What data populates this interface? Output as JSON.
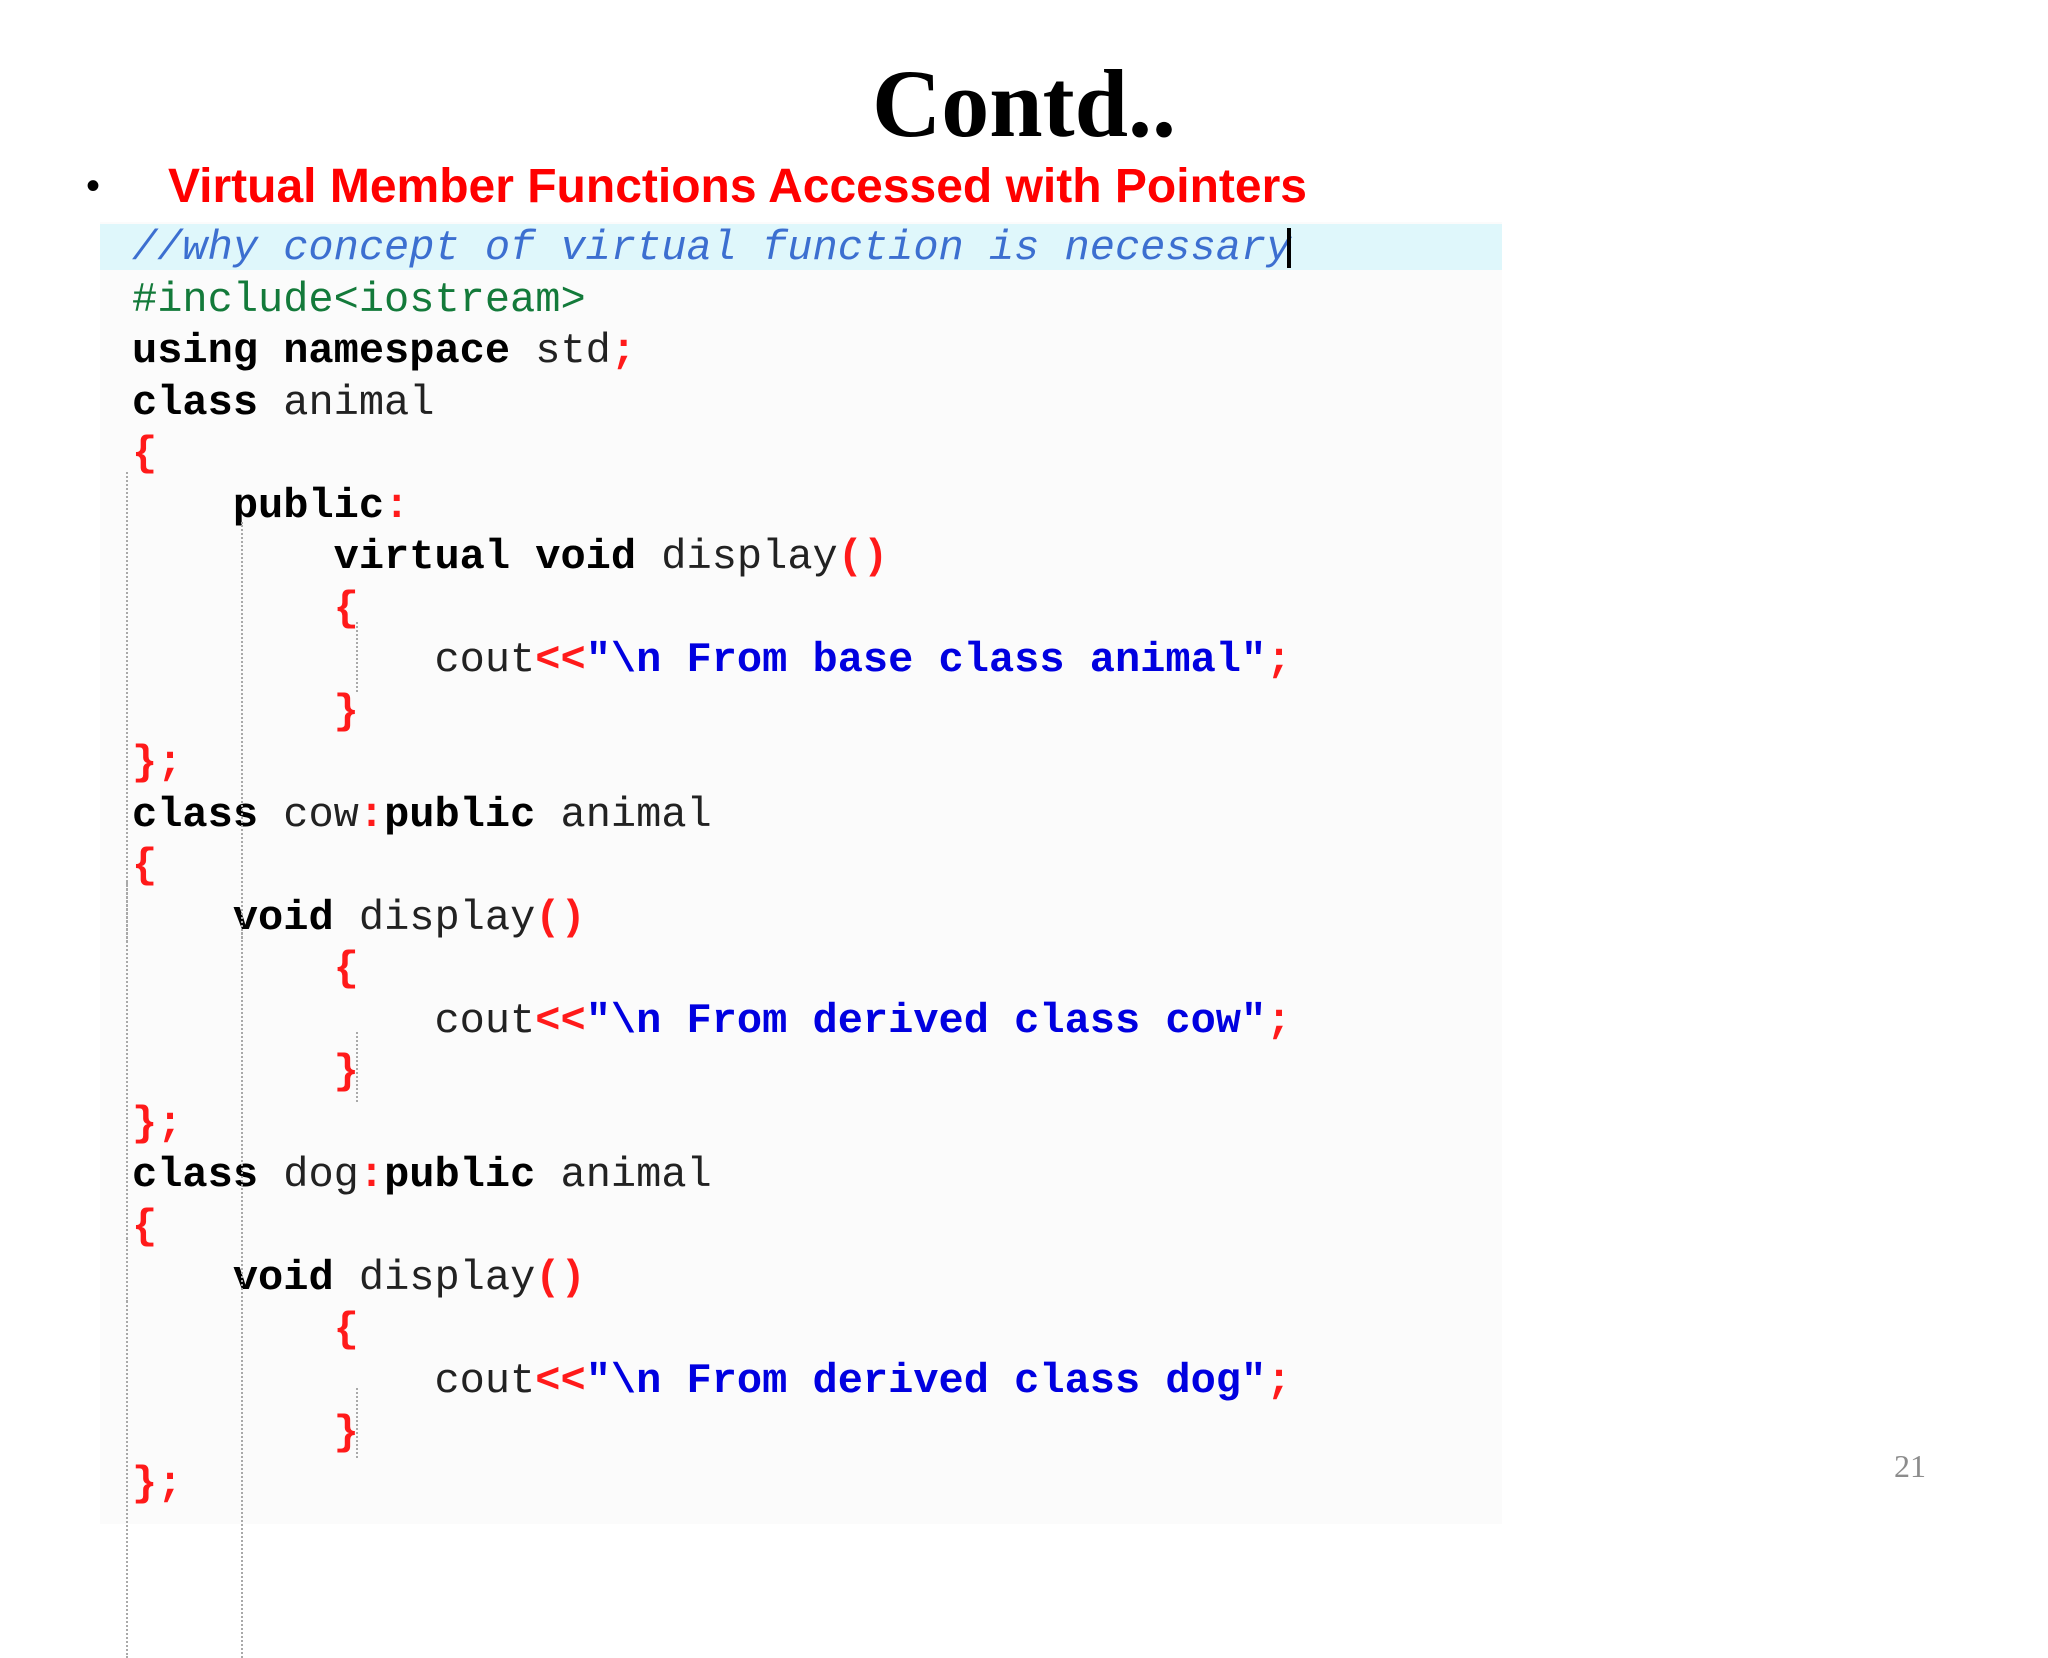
{
  "slide": {
    "title": "Contd..",
    "bullet_symbol": "•",
    "bullet_text": "Virtual Member Functions Accessed with Pointers",
    "page_number": "21"
  },
  "code_lines": [
    {
      "tokens": [
        {
          "t": "//why concept of virtual function is necessary",
          "c": "comment"
        }
      ],
      "caret": true
    },
    {
      "tokens": [
        {
          "t": "#include<iostream>",
          "c": "pre"
        }
      ]
    },
    {
      "tokens": [
        {
          "t": "using namespace",
          "c": "kw"
        },
        {
          "t": " std",
          "c": "id"
        },
        {
          "t": ";",
          "c": "op"
        }
      ]
    },
    {
      "tokens": [
        {
          "t": "class",
          "c": "kw"
        },
        {
          "t": " animal",
          "c": "id"
        }
      ]
    },
    {
      "tokens": [
        {
          "t": "{",
          "c": "op"
        }
      ]
    },
    {
      "tokens": [
        {
          "t": "    ",
          "c": "id"
        },
        {
          "t": "public",
          "c": "kw"
        },
        {
          "t": ":",
          "c": "op"
        }
      ]
    },
    {
      "tokens": [
        {
          "t": "        ",
          "c": "id"
        },
        {
          "t": "virtual void",
          "c": "kw"
        },
        {
          "t": " display",
          "c": "id"
        },
        {
          "t": "()",
          "c": "op"
        }
      ]
    },
    {
      "tokens": [
        {
          "t": "        ",
          "c": "id"
        },
        {
          "t": "{",
          "c": "op"
        }
      ]
    },
    {
      "tokens": [
        {
          "t": "            cout",
          "c": "id"
        },
        {
          "t": "<<",
          "c": "op"
        },
        {
          "t": "\"\\n From base class animal\"",
          "c": "str"
        },
        {
          "t": ";",
          "c": "op"
        }
      ]
    },
    {
      "tokens": [
        {
          "t": "        ",
          "c": "id"
        },
        {
          "t": "}",
          "c": "op"
        }
      ]
    },
    {
      "tokens": [
        {
          "t": "};",
          "c": "op"
        }
      ]
    },
    {
      "tokens": [
        {
          "t": "class",
          "c": "kw"
        },
        {
          "t": " cow",
          "c": "id"
        },
        {
          "t": ":",
          "c": "op"
        },
        {
          "t": "public",
          "c": "kw"
        },
        {
          "t": " animal",
          "c": "id"
        }
      ]
    },
    {
      "tokens": [
        {
          "t": "{",
          "c": "op"
        }
      ]
    },
    {
      "tokens": [
        {
          "t": "    ",
          "c": "id"
        },
        {
          "t": "void",
          "c": "kw"
        },
        {
          "t": " display",
          "c": "id"
        },
        {
          "t": "()",
          "c": "op"
        }
      ]
    },
    {
      "tokens": [
        {
          "t": "        ",
          "c": "id"
        },
        {
          "t": "{",
          "c": "op"
        }
      ]
    },
    {
      "tokens": [
        {
          "t": "            cout",
          "c": "id"
        },
        {
          "t": "<<",
          "c": "op"
        },
        {
          "t": "\"\\n From derived class cow\"",
          "c": "str"
        },
        {
          "t": ";",
          "c": "op"
        }
      ]
    },
    {
      "tokens": [
        {
          "t": "        ",
          "c": "id"
        },
        {
          "t": "}",
          "c": "op"
        }
      ]
    },
    {
      "tokens": [
        {
          "t": "};",
          "c": "op"
        }
      ]
    },
    {
      "tokens": [
        {
          "t": "class",
          "c": "kw"
        },
        {
          "t": " dog",
          "c": "id"
        },
        {
          "t": ":",
          "c": "op"
        },
        {
          "t": "public",
          "c": "kw"
        },
        {
          "t": " animal",
          "c": "id"
        }
      ]
    },
    {
      "tokens": [
        {
          "t": "{",
          "c": "op"
        }
      ]
    },
    {
      "tokens": [
        {
          "t": "    ",
          "c": "id"
        },
        {
          "t": "void",
          "c": "kw"
        },
        {
          "t": " display",
          "c": "id"
        },
        {
          "t": "()",
          "c": "op"
        }
      ]
    },
    {
      "tokens": [
        {
          "t": "        ",
          "c": "id"
        },
        {
          "t": "{",
          "c": "op"
        }
      ]
    },
    {
      "tokens": [
        {
          "t": "            cout",
          "c": "id"
        },
        {
          "t": "<<",
          "c": "op"
        },
        {
          "t": "\"\\n From derived class dog\"",
          "c": "str"
        },
        {
          "t": ";",
          "c": "op"
        }
      ]
    },
    {
      "tokens": [
        {
          "t": "        ",
          "c": "id"
        },
        {
          "t": "}",
          "c": "op"
        }
      ]
    },
    {
      "tokens": [
        {
          "t": "};",
          "c": "op"
        }
      ]
    }
  ],
  "colors": {
    "bullet_text": "#ff0000",
    "comment": "#3c6fd0",
    "preprocessor": "#137a3a",
    "keyword": "#000000",
    "operator": "#ff1a1a",
    "string": "#0000e0",
    "comment_highlight": "#dff7fb"
  }
}
